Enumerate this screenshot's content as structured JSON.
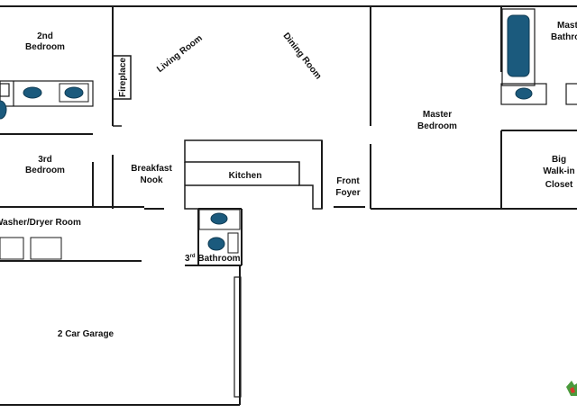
{
  "rooms": {
    "second_bedroom": [
      "2nd",
      "Bedroom"
    ],
    "living_room": "Living Room",
    "dining_room": "Dining Room",
    "fireplace": "Fireplace",
    "master_bathroom": [
      "Mast",
      "Bathro"
    ],
    "master_bedroom": [
      "Master",
      "Bedroom"
    ],
    "third_bedroom": [
      "3rd",
      "Bedroom"
    ],
    "breakfast_nook": [
      "Breakfast",
      "Nook"
    ],
    "kitchen": "Kitchen",
    "front_foyer": [
      "Front",
      "Foyer"
    ],
    "big_walkin_closet": [
      "Big",
      "Walk-in",
      "Closet"
    ],
    "washer_dryer_room": "Washer/Dryer Room",
    "third_bathroom": {
      "num": "3",
      "sup": "rd",
      "rest": " Bathroom"
    },
    "garage": "2 Car Garage"
  },
  "colors": {
    "wall": "#1a1a1a",
    "fixture": "#1b5a7d",
    "fixture_outline": "#0f3a52",
    "logo_green": "#4a9a3c",
    "logo_red": "#d63a2c"
  },
  "icons": {
    "logo": "texas-map-logo-icon"
  }
}
